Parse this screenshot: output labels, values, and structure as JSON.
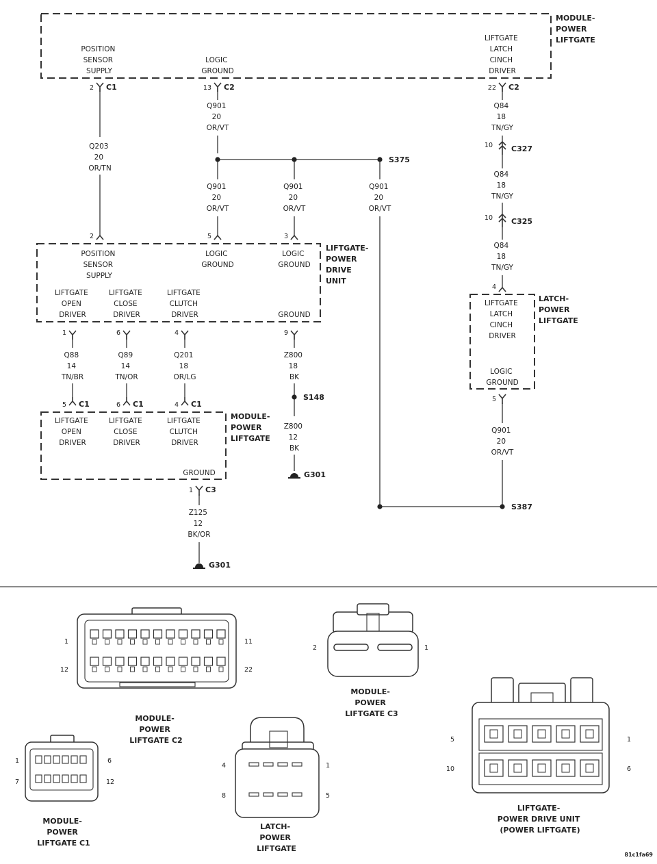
{
  "modules": {
    "module_power_liftgate_top": [
      "MODULE-",
      "POWER",
      "LIFTGATE"
    ],
    "liftgate_power_drive_unit": [
      "LIFTGATE-",
      "POWER",
      "DRIVE",
      "UNIT"
    ],
    "latch_power_liftgate": [
      "LATCH-",
      "POWER",
      "LIFTGATE"
    ],
    "module_power_liftgate_lower": [
      "MODULE-",
      "POWER",
      "LIFTGATE"
    ]
  },
  "circuits": {
    "top_position_sensor_supply": [
      "POSITION",
      "SENSOR",
      "SUPPLY"
    ],
    "top_logic_ground": [
      "LOGIC",
      "GROUND"
    ],
    "top_latch_cinch_driver": [
      "LIFTGATE",
      "LATCH",
      "CINCH",
      "DRIVER"
    ],
    "pdu_position_sensor_supply": [
      "POSITION",
      "SENSOR",
      "SUPPLY"
    ],
    "pdu_logic_ground_1": [
      "LOGIC",
      "GROUND"
    ],
    "pdu_logic_ground_2": [
      "LOGIC",
      "GROUND"
    ],
    "pdu_open_driver": [
      "LIFTGATE",
      "OPEN",
      "DRIVER"
    ],
    "pdu_close_driver": [
      "LIFTGATE",
      "CLOSE",
      "DRIVER"
    ],
    "pdu_clutch_driver": [
      "LIFTGATE",
      "CLUTCH",
      "DRIVER"
    ],
    "pdu_ground": "GROUND",
    "latch_cinch_driver": [
      "LIFTGATE",
      "LATCH",
      "CINCH",
      "DRIVER"
    ],
    "latch_logic_ground": [
      "LOGIC",
      "GROUND"
    ],
    "low_open_driver": [
      "LIFTGATE",
      "OPEN",
      "DRIVER"
    ],
    "low_close_driver": [
      "LIFTGATE",
      "CLOSE",
      "DRIVER"
    ],
    "low_clutch_driver": [
      "LIFTGATE",
      "CLUTCH",
      "DRIVER"
    ],
    "low_ground": "GROUND"
  },
  "wires": {
    "q203": [
      "Q203",
      "20",
      "OR/TN"
    ],
    "q901_top": [
      "Q901",
      "20",
      "OR/VT"
    ],
    "q901_b1": [
      "Q901",
      "20",
      "OR/VT"
    ],
    "q901_b2": [
      "Q901",
      "20",
      "OR/VT"
    ],
    "q901_b3": [
      "Q901",
      "20",
      "OR/VT"
    ],
    "q84_1": [
      "Q84",
      "18",
      "TN/GY"
    ],
    "q84_2": [
      "Q84",
      "18",
      "TN/GY"
    ],
    "q84_3": [
      "Q84",
      "18",
      "TN/GY"
    ],
    "q88": [
      "Q88",
      "14",
      "TN/BR"
    ],
    "q89": [
      "Q89",
      "14",
      "TN/OR"
    ],
    "q201": [
      "Q201",
      "18",
      "OR/LG"
    ],
    "z800_1": [
      "Z800",
      "18",
      "BK"
    ],
    "z800_2": [
      "Z800",
      "12",
      "BK"
    ],
    "z125": [
      "Z125",
      "12",
      "BK/OR"
    ],
    "q901_latch": [
      "Q901",
      "20",
      "OR/VT"
    ]
  },
  "pins": {
    "top_c1": {
      "pin": "2",
      "conn": "C1"
    },
    "top_c2_logic": {
      "pin": "13",
      "conn": "C2"
    },
    "top_c2_latch": {
      "pin": "22",
      "conn": "C2"
    },
    "c327": {
      "pin": "10",
      "conn": "C327"
    },
    "c325": {
      "pin": "10",
      "conn": "C325"
    },
    "pdu_pin2": "2",
    "pdu_pin5": "5",
    "pdu_pin3": "3",
    "latch_pin4": "4",
    "pdu_pin1": "1",
    "pdu_pin6": "6",
    "pdu_pin4": "4",
    "pdu_pin9": "9",
    "low_c1_5": {
      "pin": "5",
      "conn": "C1"
    },
    "low_c1_6": {
      "pin": "6",
      "conn": "C1"
    },
    "low_c1_4": {
      "pin": "4",
      "conn": "C1"
    },
    "latch_pin5": "5",
    "low_c3": {
      "pin": "1",
      "conn": "C3"
    }
  },
  "splices": {
    "s375": "S375",
    "s148": "S148",
    "s387": "S387"
  },
  "grounds": {
    "g301_a": "G301",
    "g301_b": "G301"
  },
  "connector_views": {
    "c2": {
      "label": [
        "MODULE-",
        "POWER",
        "LIFTGATE C2"
      ],
      "pins": {
        "tl": "1",
        "tr": "11",
        "bl": "12",
        "br": "22"
      }
    },
    "c3": {
      "label": [
        "MODULE-",
        "POWER",
        "LIFTGATE C3"
      ],
      "pins": {
        "l": "2",
        "r": "1"
      }
    },
    "c1": {
      "label": [
        "MODULE-",
        "POWER",
        "LIFTGATE C1"
      ],
      "pins": {
        "tl": "1",
        "tr": "6",
        "bl": "7",
        "br": "12"
      }
    },
    "latch": {
      "label": [
        "LATCH-",
        "POWER",
        "LIFTGATE"
      ],
      "pins": {
        "tl": "4",
        "tr": "1",
        "bl": "8",
        "br": "5"
      }
    },
    "pdu": {
      "label": [
        "LIFTGATE-",
        "POWER DRIVE UNIT",
        "(POWER LIFTGATE)"
      ],
      "pins": {
        "tl": "5",
        "tr": "1",
        "bl": "10",
        "br": "6"
      }
    }
  },
  "figure_code": "81c1fa69"
}
